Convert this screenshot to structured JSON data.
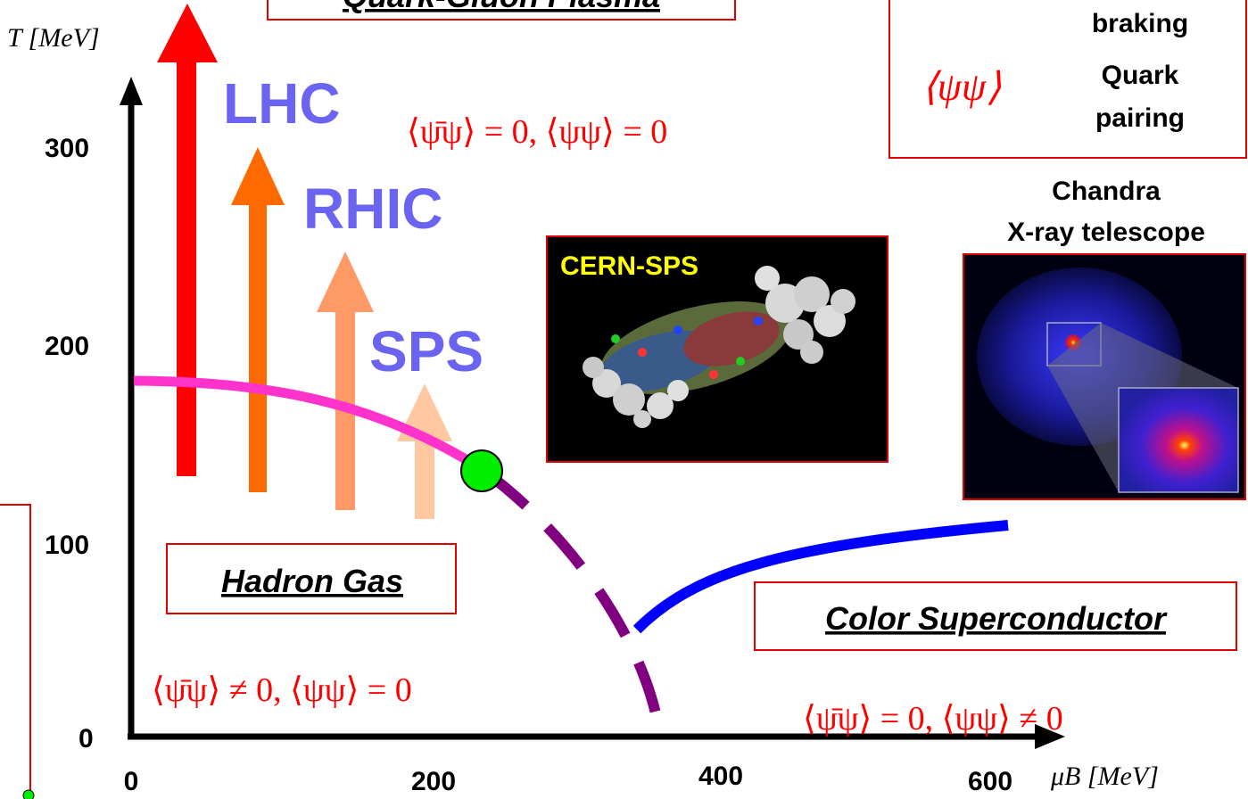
{
  "axes": {
    "y_label": "T [MeV]",
    "x_label": "μB [MeV]",
    "y_ticks": [
      "300",
      "200",
      "100",
      "0"
    ],
    "x_ticks": [
      "0",
      "200",
      "400",
      "600"
    ]
  },
  "collisions": {
    "lhc": "LHC",
    "rhic": "RHIC",
    "sps": "SPS"
  },
  "phases": {
    "qgp_title": "Quark-Gluon Plasma",
    "hadron_gas": "Hadron Gas",
    "color_superconductor": "Color Superconductor"
  },
  "conditions": {
    "qgp": "⟨ψ̄ψ⟩ = 0,  ⟨ψψ⟩ = 0",
    "hadron": "⟨ψ̄ψ⟩ ≠ 0,  ⟨ψψ⟩ = 0",
    "csc": "⟨ψ̄ψ⟩ = 0,  ⟨ψψ⟩ ≠ 0"
  },
  "top_right_box": {
    "symbol": "⟨ψψ⟩",
    "line1": "braking",
    "line2": "Quark",
    "line3": "pairing"
  },
  "images": {
    "cern_label": "CERN-SPS",
    "chandra_title_1": "Chandra",
    "chandra_title_2": "X-ray telescope"
  },
  "colors": {
    "lhc_arrow": "#ff0000",
    "rhic_arrow": "#ff6a00",
    "sps_arrow": "#ff9966",
    "sps_light_arrow": "#ffc8a0",
    "crossover": "#ff33cc",
    "first_order": "#800080",
    "csc_line": "#0000ff",
    "critical_point": "#00ee00"
  }
}
